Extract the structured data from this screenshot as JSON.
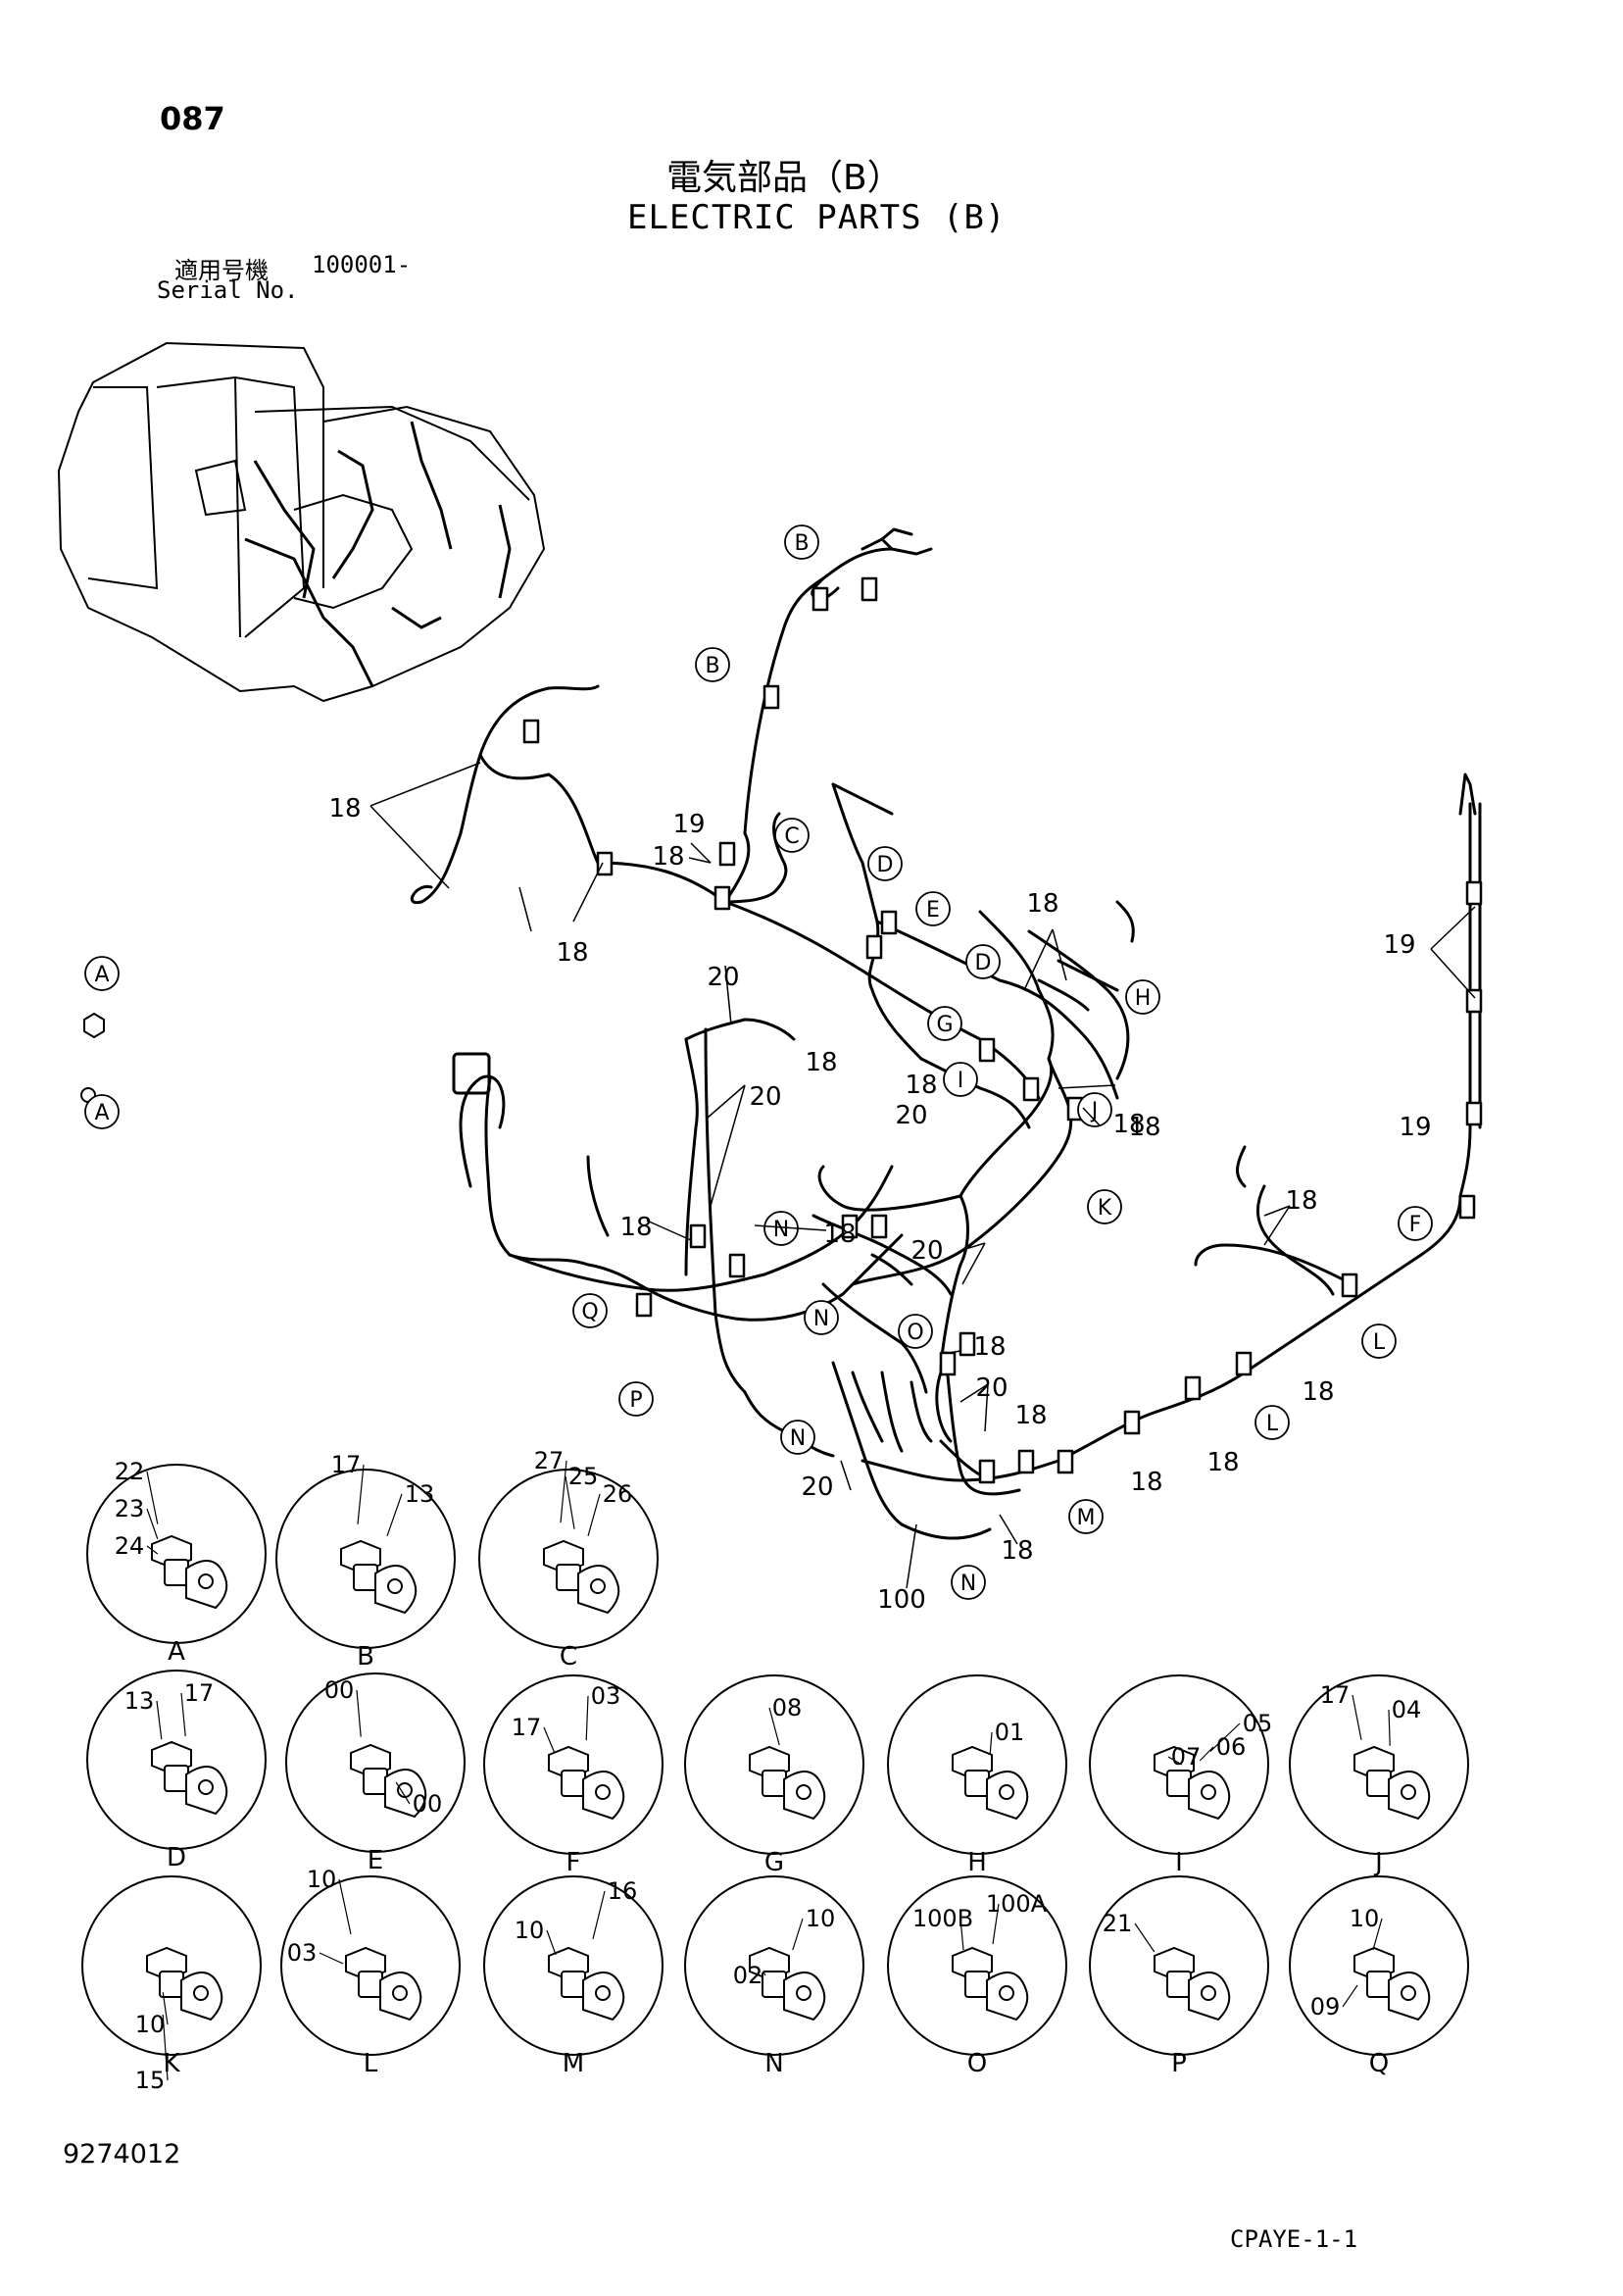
{
  "header": {
    "page_number": "087",
    "title_jp": "電気部品（B）",
    "title_en": "ELECTRIC PARTS (B)",
    "serial_label_jp": "適用号機",
    "serial_value": "100001-",
    "serial_label_en": "Serial No."
  },
  "footer": {
    "drawing_number": "9274012",
    "sheet_code": "CPAYE-1-1"
  },
  "main_callouts": [
    "B",
    "B",
    "C",
    "D",
    "E",
    "D",
    "H",
    "G",
    "I",
    "J",
    "K",
    "F",
    "L",
    "L",
    "M",
    "N",
    "N",
    "N",
    "O",
    "N",
    "P",
    "Q",
    "A",
    "A"
  ],
  "part_numbers": [
    "18",
    "18",
    "19",
    "18",
    "20",
    "18",
    "18",
    "20",
    "18",
    "20",
    "18",
    "18",
    "18",
    "18",
    "20",
    "19",
    "19",
    "18",
    "18",
    "18",
    "18",
    "18",
    "20",
    "18",
    "18",
    "20",
    "100"
  ],
  "details": [
    {
      "letter": "A",
      "parts": [
        "22",
        "23",
        "24"
      ]
    },
    {
      "letter": "B",
      "parts": [
        "17",
        "13"
      ]
    },
    {
      "letter": "C",
      "parts": [
        "27",
        "25",
        "26"
      ]
    },
    {
      "letter": "D",
      "parts": [
        "13",
        "17"
      ]
    },
    {
      "letter": "E",
      "parts": [
        "00",
        "00"
      ]
    },
    {
      "letter": "F",
      "parts": [
        "17",
        "03"
      ]
    },
    {
      "letter": "G",
      "parts": [
        "08"
      ]
    },
    {
      "letter": "H",
      "parts": [
        "01"
      ]
    },
    {
      "letter": "I",
      "parts": [
        "07",
        "06",
        "05"
      ]
    },
    {
      "letter": "J",
      "parts": [
        "17",
        "04"
      ]
    },
    {
      "letter": "K",
      "parts": [
        "10",
        "15"
      ]
    },
    {
      "letter": "L",
      "parts": [
        "10",
        "03"
      ]
    },
    {
      "letter": "M",
      "parts": [
        "16",
        "10"
      ]
    },
    {
      "letter": "N",
      "parts": [
        "02",
        "10"
      ]
    },
    {
      "letter": "O",
      "parts": [
        "100B",
        "100A"
      ]
    },
    {
      "letter": "P",
      "parts": [
        "21"
      ]
    },
    {
      "letter": "Q",
      "parts": [
        "10",
        "09"
      ]
    }
  ]
}
